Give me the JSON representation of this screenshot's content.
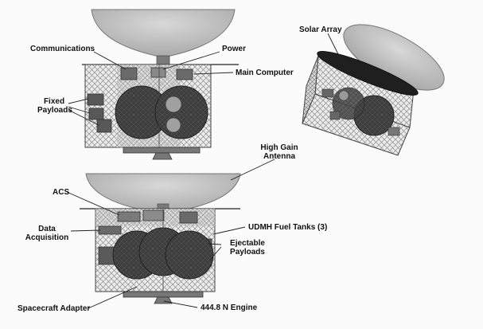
{
  "diagram": {
    "labels": {
      "communications": "Communications",
      "power": "Power",
      "main_computer": "Main Computer",
      "fixed_payloads_1": "Fixed",
      "fixed_payloads_2": "Payloads",
      "solar_array": "Solar Array",
      "high_gain_antenna_1": "High Gain",
      "high_gain_antenna_2": "Antenna",
      "acs": "ACS",
      "data_acquisition_1": "Data",
      "data_acquisition_2": "Acquisition",
      "udmh_fuel_tanks": "UDMH Fuel Tanks (3)",
      "ejectable_payloads_1": "Ejectable",
      "ejectable_payloads_2": "Payloads",
      "spacecraft_adapter": "Spacecraft Adapter",
      "engine": "444.8 N Engine"
    },
    "colors": {
      "background": "#fbfbfb",
      "antenna_dish": "#bdbdbd",
      "tank": "#3d3d3d",
      "box": "#ececec",
      "component_dark": "#6a6a6a",
      "component_mid": "#8c8c8c",
      "label_text": "#111111"
    }
  }
}
